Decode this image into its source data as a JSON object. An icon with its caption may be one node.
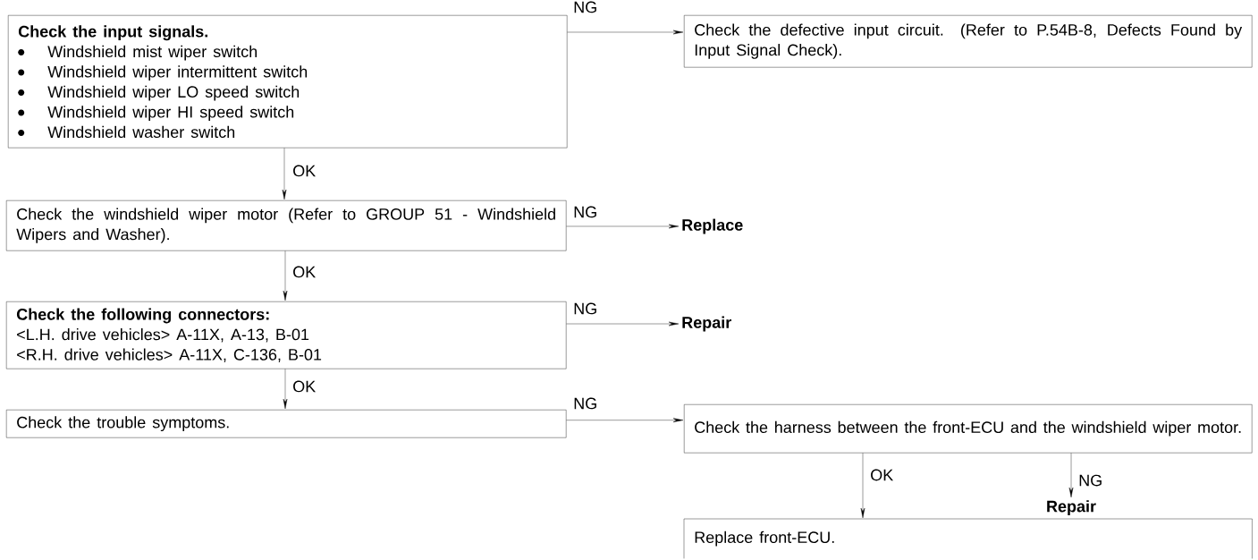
{
  "diagram": {
    "nodes": [
      {
        "text": [
          "Check the input signals.",
          "Windshield mist wiper switch",
          "Windshield wiper intermittent switch",
          "Windshield wiper LO speed switch",
          "Windshield wiper HI speed switch",
          "Windshield washer switch"
        ]
      },
      {
        "text": [
          "Check the defective input circuit. (Refer to P.54B-8, Defects Found by Input Signal Check)."
        ]
      },
      {
        "text": [
          "Check the windshield wiper motor (Refer to GROUP 51 - Windshield Wipers and Washer)."
        ]
      },
      {
        "text": [
          "Replace"
        ]
      },
      {
        "text": [
          "Check the following connectors:",
          "<L.H. drive vehicles> A-11X, A-13, B-01",
          "<R.H. drive vehicles> A-11X, C-136, B-01"
        ]
      },
      {
        "text": [
          "Repair"
        ]
      },
      {
        "text": [
          "Check the trouble symptoms."
        ]
      },
      {
        "text": [
          "Check the harness between the front-ECU and the windshield wiper motor."
        ]
      },
      {
        "text": [
          "Repair"
        ]
      },
      {
        "text": [
          "Replace front-ECU."
        ]
      }
    ],
    "edges": [
      {
        "from": 0,
        "to": 1,
        "arrow": "to",
        "label": "NG"
      },
      {
        "from": 0,
        "to": 2,
        "arrow": "to",
        "label": "OK"
      },
      {
        "from": 2,
        "to": 3,
        "arrow": "to",
        "label": "NG"
      },
      {
        "from": 2,
        "to": 4,
        "arrow": "to",
        "label": "OK"
      },
      {
        "from": 4,
        "to": 5,
        "arrow": "to",
        "label": "NG"
      },
      {
        "from": 4,
        "to": 6,
        "arrow": "to",
        "label": "OK"
      },
      {
        "from": 6,
        "to": 7,
        "arrow": "to",
        "label": "NG"
      },
      {
        "from": 7,
        "to": 9,
        "arrow": "to",
        "label": "OK"
      },
      {
        "from": 7,
        "to": 8,
        "arrow": "to",
        "label": "NG"
      }
    ]
  }
}
